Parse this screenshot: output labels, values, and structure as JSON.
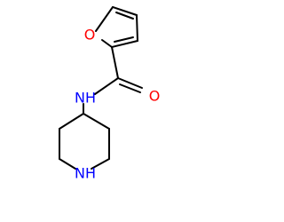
{
  "structure": {
    "atoms": [
      {
        "id": "ring-oxygen",
        "label": "O",
        "color": "#ff0000"
      },
      {
        "id": "carbonyl-oxygen",
        "label": "O",
        "color": "#ff0000"
      },
      {
        "id": "amide-nitrogen",
        "label": "NH",
        "color": "#0000ff"
      },
      {
        "id": "piperidine-nitrogen",
        "label": "NH",
        "color": "#0000ff"
      }
    ],
    "bond_color": "#000000"
  }
}
